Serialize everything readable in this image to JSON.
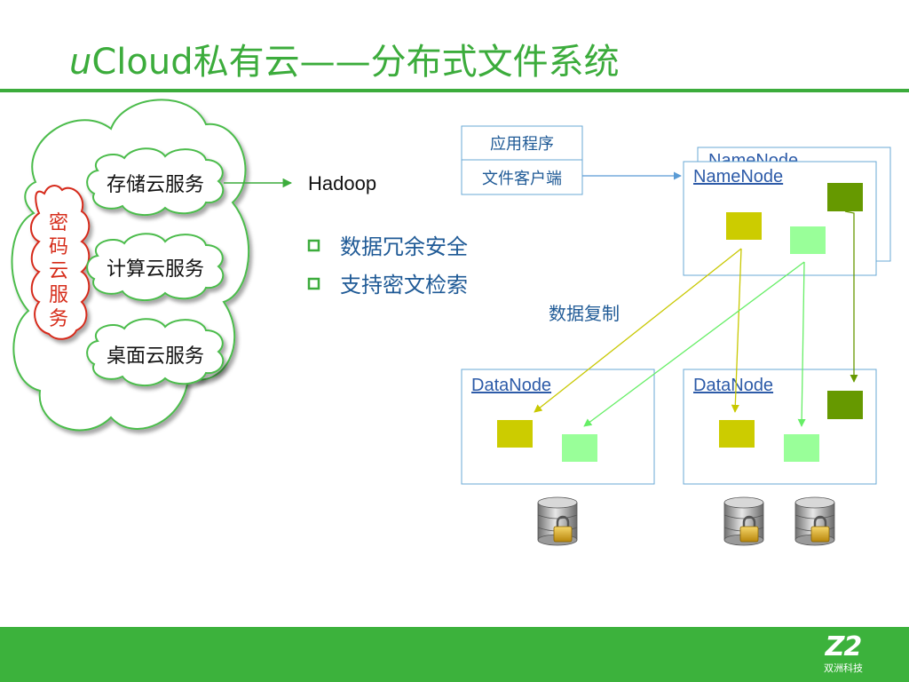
{
  "title": {
    "prefix": "u",
    "rest": "Cloud私有云——分布式文件系统"
  },
  "cloud": {
    "vertical_label": [
      "密",
      "码",
      "云",
      "服",
      "务"
    ],
    "services": [
      "存储云服务",
      "计算云服务",
      "桌面云服务"
    ]
  },
  "hadoop_label": "Hadoop",
  "bullets": [
    "数据冗余安全",
    "支持密文检索"
  ],
  "app_stack": {
    "top": "应用程序",
    "bottom": "文件客户端"
  },
  "namenode_back": "NameNode",
  "namenode": "NameNode",
  "datanodes": [
    "DataNode",
    "DataNode"
  ],
  "replication_label": "数据复制",
  "logo": {
    "mark": "Z2",
    "text": "双洲科技"
  },
  "colors": {
    "green": "#3cac3c",
    "yellow_block": "#cccc00",
    "light_green_block": "#99ff99",
    "dark_green_block": "#669900",
    "box_border": "#6aa9d6",
    "blue_text": "#1f5a96",
    "link_blue": "#2d5ba8",
    "red": "#d62c1a"
  }
}
